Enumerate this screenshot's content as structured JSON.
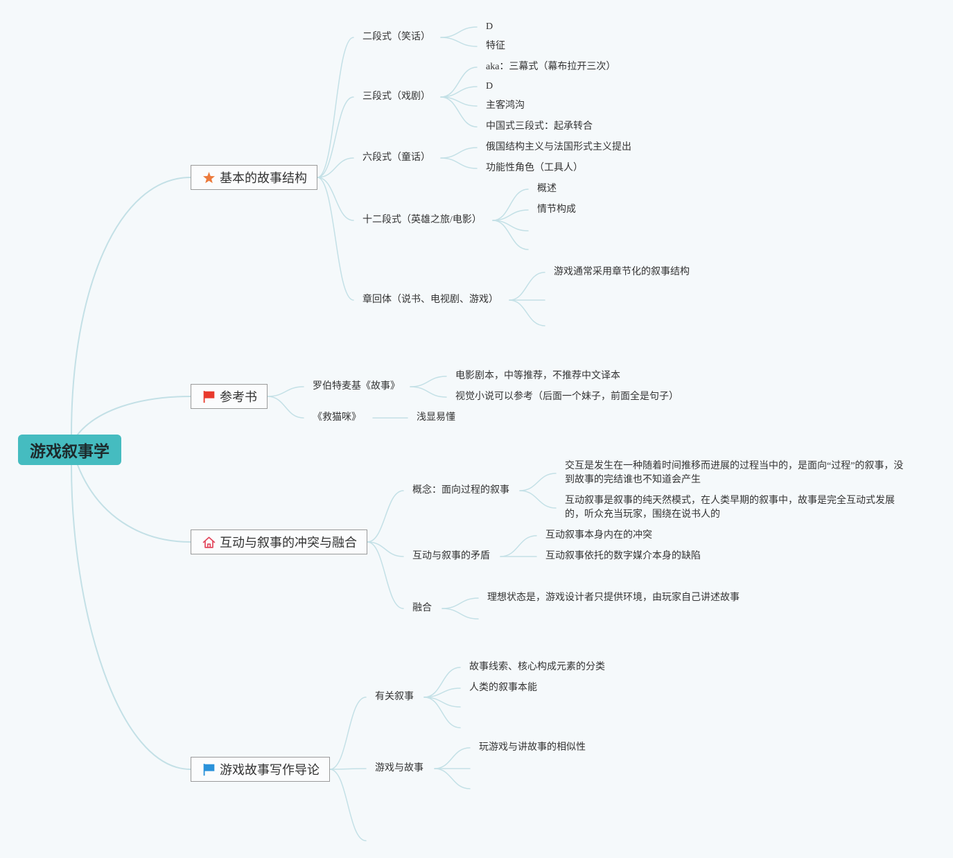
{
  "root": {
    "label": "游戏叙事学"
  },
  "branches": [
    {
      "label": "基本的故事结构",
      "icon": "star-icon",
      "children": [
        {
          "label": "二段式（笑话）",
          "children": [
            {
              "label": "D"
            },
            {
              "label": "特征"
            }
          ]
        },
        {
          "label": "三段式（戏剧）",
          "children": [
            {
              "label": "aka：三幕式（幕布拉开三次）"
            },
            {
              "label": "D"
            },
            {
              "label": "主客鸿沟"
            },
            {
              "label": "中国式三段式：起承转合"
            }
          ]
        },
        {
          "label": "六段式（童话）",
          "children": [
            {
              "label": "俄国结构主义与法国形式主义提出"
            },
            {
              "label": "功能性角色（工具人）"
            }
          ]
        },
        {
          "label": "十二段式（英雄之旅/电影）",
          "children": [
            {
              "label": "概述"
            },
            {
              "label": "情节构成"
            }
          ]
        },
        {
          "label": "章回体（说书、电视剧、游戏）",
          "children": [
            {
              "label": "游戏通常采用章节化的叙事结构"
            }
          ]
        }
      ]
    },
    {
      "label": "参考书",
      "icon": "red-flag-icon",
      "children": [
        {
          "label": "罗伯特麦基《故事》",
          "children": [
            {
              "label": "电影剧本，中等推荐，不推荐中文译本"
            },
            {
              "label": "视觉小说可以参考（后面一个妹子，前面全是句子）"
            }
          ]
        },
        {
          "label": "《救猫咪》",
          "children": [
            {
              "label": "浅显易懂"
            }
          ]
        }
      ]
    },
    {
      "label": "互动与叙事的冲突与融合",
      "icon": "house-icon",
      "children": [
        {
          "label": "概念：面向过程的叙事",
          "children": [
            {
              "lines": [
                "交互是发生在一种随着时间推移而进展的过程当中的，是面向“过程”的叙事，没",
                "到故事的完结谁也不知道会产生"
              ]
            },
            {
              "lines": [
                "互动叙事是叙事的纯天然模式，在人类早期的叙事中，故事是完全互动式发展",
                "的，听众充当玩家，围绕在说书人的"
              ]
            }
          ]
        },
        {
          "label": "互动与叙事的矛盾",
          "children": [
            {
              "label": "互动叙事本身内在的冲突"
            },
            {
              "label": "互动叙事依托的数字媒介本身的缺陷"
            }
          ]
        },
        {
          "label": "融合",
          "children": [
            {
              "label": "理想状态是，游戏设计者只提供环境，由玩家自己讲述故事"
            }
          ]
        }
      ]
    },
    {
      "label": "游戏故事写作导论",
      "icon": "blue-flag-icon",
      "children": [
        {
          "label": "有关叙事",
          "children": [
            {
              "label": "故事线索、核心构成元素的分类"
            },
            {
              "label": "人类的叙事本能"
            }
          ]
        },
        {
          "label": "游戏与故事",
          "children": [
            {
              "label": "玩游戏与讲故事的相似性"
            }
          ]
        }
      ]
    }
  ],
  "colors": {
    "background": "#f5f9fb",
    "root_fill": "#45bcc0",
    "connector": "#c3e0e6",
    "text": "#333333",
    "topic_border": "#9a9a9a",
    "star": "#ec7a3c",
    "red_flag": "#e8392c",
    "house": "#e2465c",
    "blue_flag": "#2a92da"
  }
}
